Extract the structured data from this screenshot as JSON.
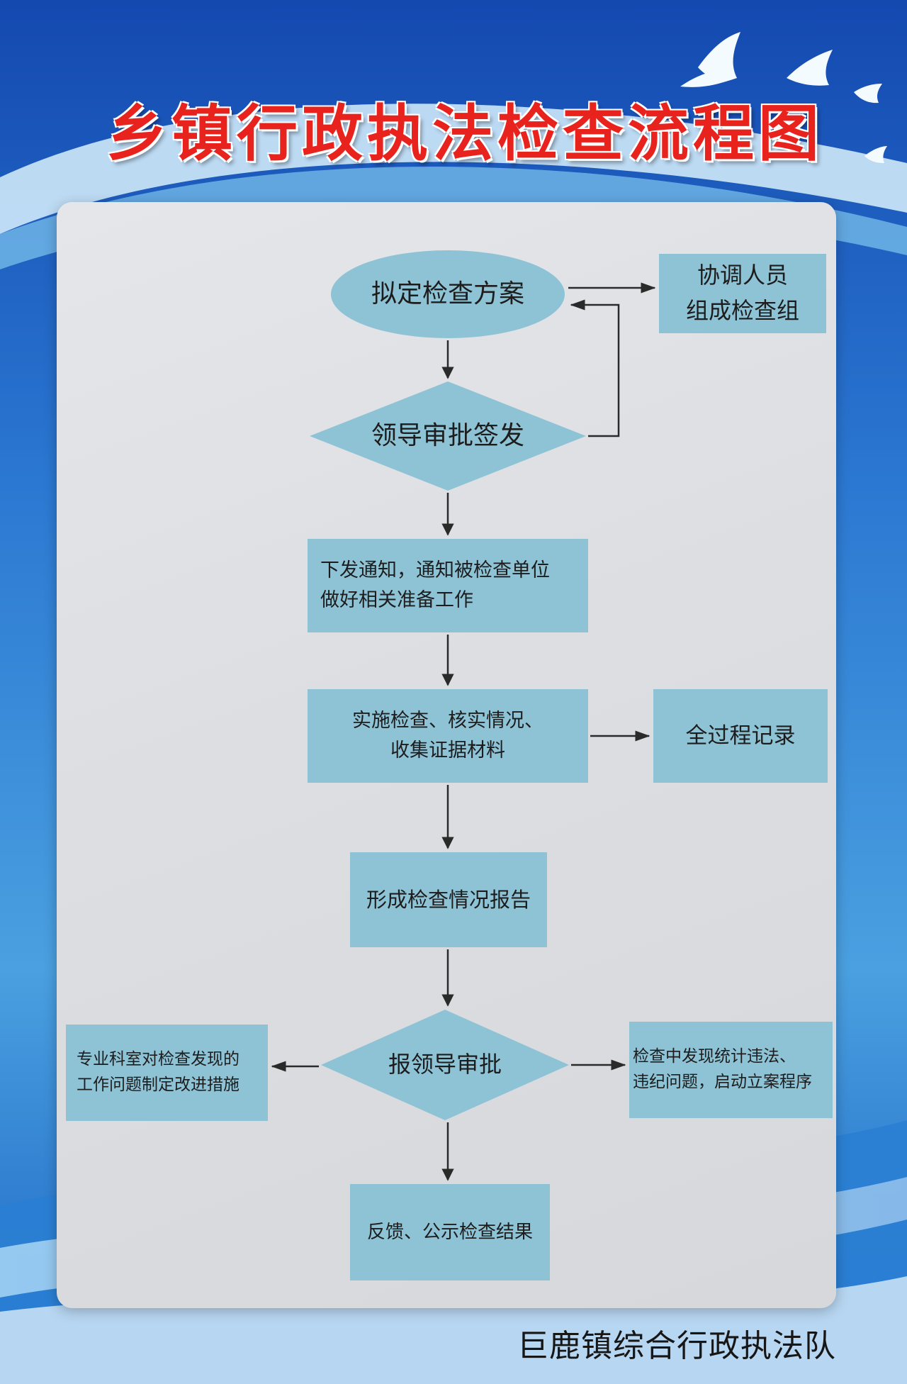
{
  "poster": {
    "title": "乡镇行政执法检查流程图",
    "organization": "巨鹿镇综合行政执法队"
  },
  "colors": {
    "node_fill": "#8ec3d6",
    "title_red": "#e8231d",
    "background_blue": "#1a62c2",
    "board": "#dfe1e5",
    "arrow": "#2a2a2a"
  },
  "flow": {
    "nodes": {
      "draft_plan": {
        "shape": "ellipse",
        "lines": [
          "拟定检查方案"
        ]
      },
      "coordinate_staff": {
        "shape": "rect",
        "lines": [
          "协调人员",
          "组成检查组"
        ]
      },
      "leader_approval": {
        "shape": "diamond",
        "lines": [
          "领导审批签发"
        ]
      },
      "issue_notice": {
        "shape": "rect",
        "lines": [
          "下发通知，通知被检查单位",
          "做好相关准备工作"
        ]
      },
      "conduct_inspection": {
        "shape": "rect",
        "lines": [
          "实施检查、核实情况、",
          "收集证据材料"
        ]
      },
      "full_record": {
        "shape": "rect",
        "lines": [
          "全过程记录"
        ]
      },
      "inspection_report": {
        "shape": "rect",
        "lines": [
          "形成检查情况报告"
        ]
      },
      "report_approval": {
        "shape": "diamond",
        "lines": [
          "报领导审批"
        ]
      },
      "rectification": {
        "shape": "rect",
        "lines": [
          "专业科室对检查发现的",
          "工作问题制定改进措施"
        ]
      },
      "case_filing": {
        "shape": "rect",
        "lines": [
          "检查中发现统计违法、",
          "违纪问题，启动立案程序"
        ]
      },
      "publish_results": {
        "shape": "rect",
        "lines": [
          "反馈、公示检查结果"
        ]
      }
    }
  }
}
